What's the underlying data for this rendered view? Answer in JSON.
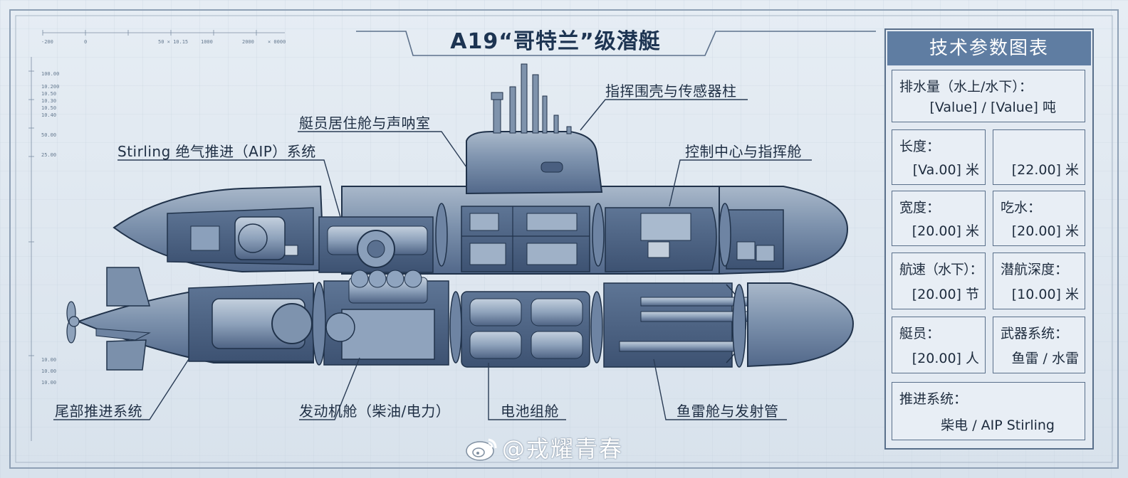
{
  "title": "A19“哥特兰”级潜艇",
  "ruler_ticks": [
    "-200",
    "0",
    "50 × 10.15",
    "1000",
    "2000",
    "× 0000"
  ],
  "side_ticks": [
    "100.00",
    "10.200",
    "10.50",
    "10.30",
    "10.50",
    "10.40",
    "50.00",
    "25.00",
    "10.00",
    "10.00",
    "10.00"
  ],
  "labels": {
    "sail": "指挥围壳与传感器柱",
    "crew": "艇员居住舱与声呐室",
    "aip": "Stirling 绝气推进（AIP）系统",
    "control": "控制中心与指挥舱",
    "stern": "尾部推进系统",
    "engine": "发动机舱（柴油/电力）",
    "battery": "电池组舱",
    "torpedo": "鱼雷舱与发射管"
  },
  "panel": {
    "heading": "技术参数图表",
    "displacement_key": "排水量（水上/水下）：",
    "displacement_val": "[Value] / [Value] 吨",
    "length_key": "长度：",
    "length_val": "[Va.00] 米",
    "length2_val": "[22.00] 米",
    "width_key": "宽度：",
    "width_val": "[20.00] 米",
    "draft_key": "吃水：",
    "draft_val": "[20.00] 米",
    "speed_key": "航速（水下）：",
    "speed_val": "[20.00] 节",
    "depth_key": "潜航深度：",
    "depth_val": "[10.00] 米",
    "crew_key": "艇员：",
    "crew_val": "[20.00] 人",
    "weapons_key": "武器系统：",
    "weapons_val": "鱼雷 / 水雷",
    "propulsion_key": "推进系统：",
    "propulsion_val": "柴电 / AIP Stirling"
  },
  "watermark": "@戎耀青春",
  "colors": {
    "hull": "#7f93ac",
    "hull_dark": "#4d6280",
    "line": "#20324a",
    "panel_head": "#5f7da2",
    "bg": "#dfe7ef"
  }
}
